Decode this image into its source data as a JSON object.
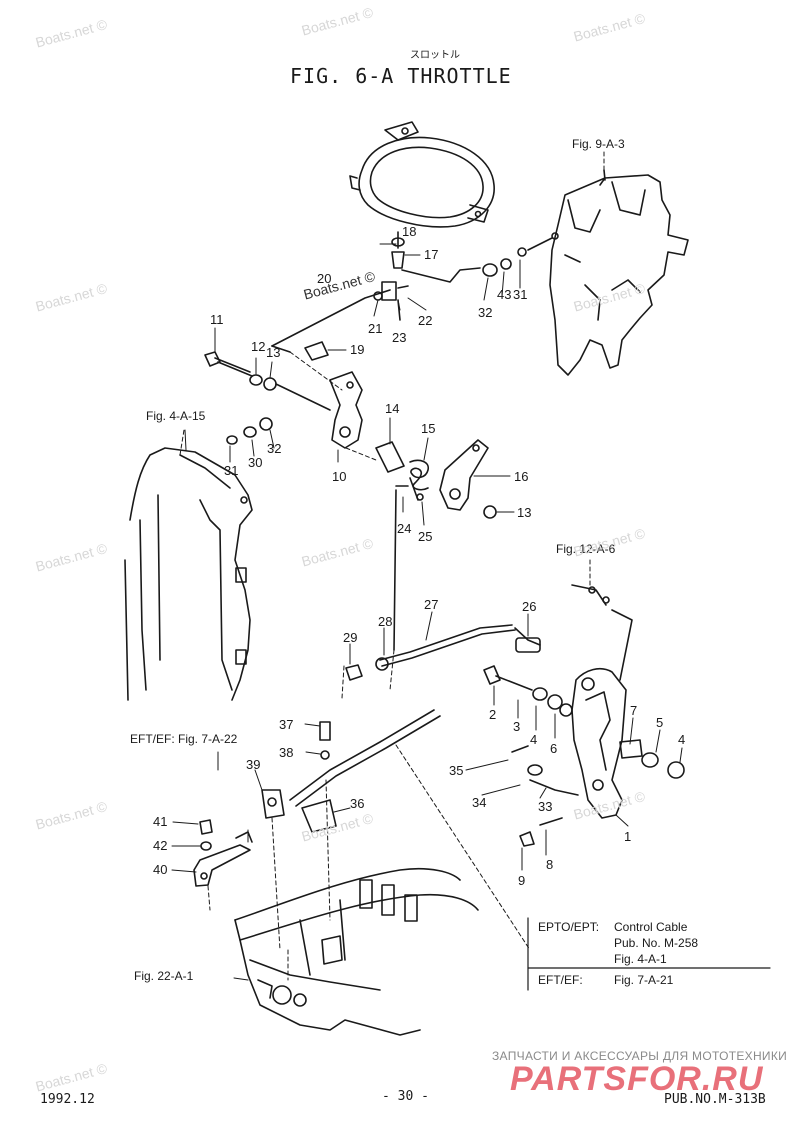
{
  "header": {
    "subtitle_jp": "スロットル",
    "title": "FIG.  6-A THROTTLE"
  },
  "figure_refs": {
    "fig_9a3": "Fig. 9-A-3",
    "fig_4a15": "Fig. 4-A-15",
    "fig_12a6": "Fig. 12-A-6",
    "eft_ef_7a22": "EFT/EF: Fig. 7-A-22",
    "fig_22a1": "Fig. 22-A-1"
  },
  "watermarks": {
    "site": "Boats.net ©"
  },
  "part_numbers": [
    "1",
    "2",
    "3",
    "4",
    "4",
    "5",
    "6",
    "7",
    "8",
    "9",
    "10",
    "11",
    "12",
    "13",
    "13",
    "14",
    "15",
    "16",
    "17",
    "18",
    "19",
    "20",
    "21",
    "22",
    "23",
    "24",
    "25",
    "26",
    "27",
    "28",
    "29",
    "30",
    "31",
    "31",
    "32",
    "32",
    "33",
    "34",
    "35",
    "36",
    "37",
    "38",
    "39",
    "40",
    "41",
    "42",
    "43"
  ],
  "legend": {
    "row1_model": "EPTO/EPT:",
    "row1_item": "Control Cable",
    "row1_pub": "Pub. No. M-258",
    "row1_fig": "Fig. 4-A-1",
    "row2_model": "EFT/EF:",
    "row2_fig": "Fig. 7-A-21"
  },
  "footer": {
    "date": "1992.12",
    "page": "- 30 -",
    "pub_no": "PUB.NO.M-313B"
  },
  "logo": {
    "tagline": "ЗАПЧАСТИ И АКСЕССУАРЫ ДЛЯ МОТОТЕХНИКИ",
    "name": "PARTSFOR.RU",
    "color": "#e8707a"
  }
}
